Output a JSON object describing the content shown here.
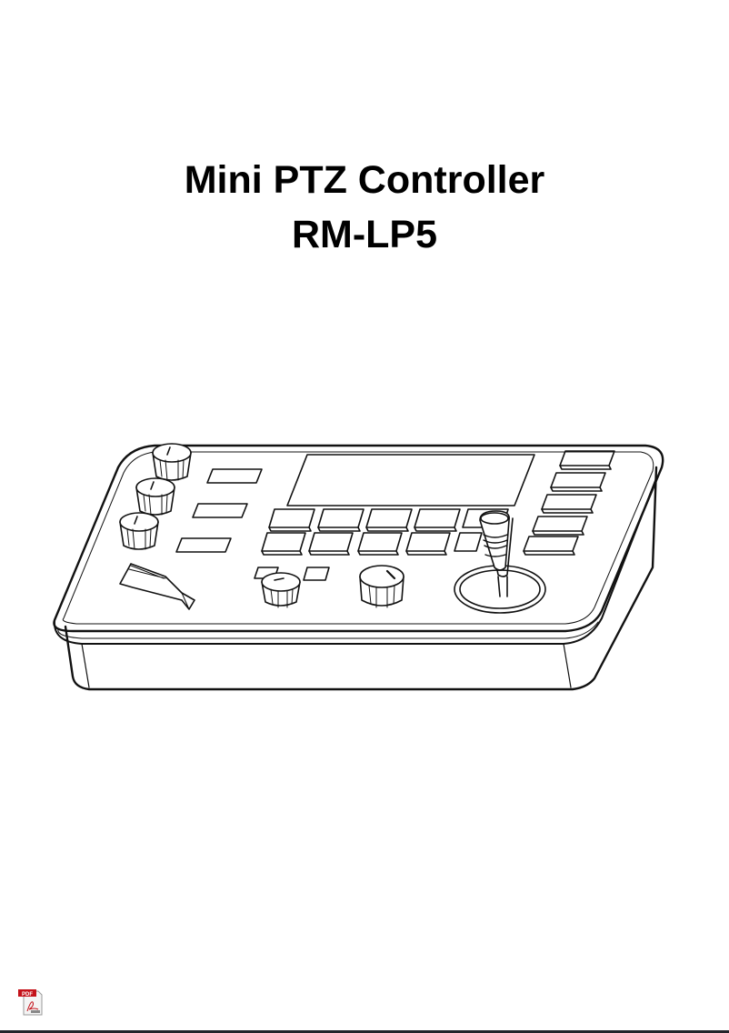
{
  "document": {
    "title_line1": "Mini PTZ Controller",
    "title_line2": "RM-LP5"
  },
  "illustration": {
    "subject": "RM-LP5 controller line drawing",
    "components": [
      "knob",
      "knob",
      "knob",
      "label-slot",
      "label-slot",
      "label-slot",
      "rocker-switch",
      "lcd-screen",
      "button-grid",
      "side-buttons",
      "small-knob",
      "rotary-knob",
      "joystick"
    ]
  },
  "footer": {
    "icon": "pdf-file-icon",
    "icon_label": "PDF"
  },
  "colors": {
    "line": "#111111",
    "background": "#ffffff",
    "pdf_red": "#c4121a",
    "bottom_bar": "#22252a"
  }
}
